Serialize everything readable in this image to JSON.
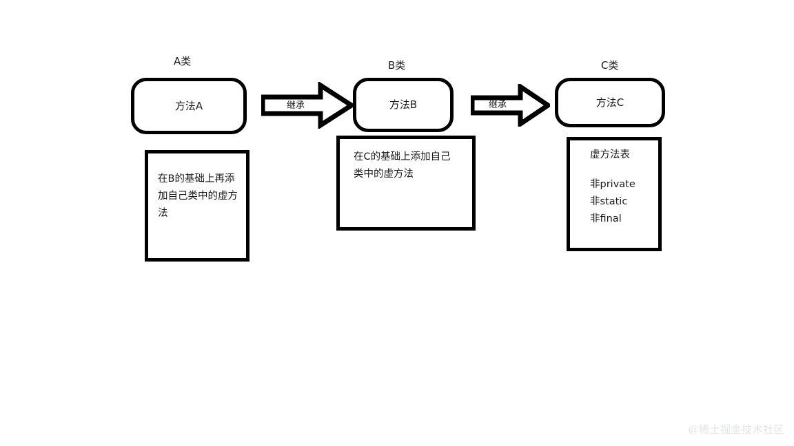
{
  "diagram": {
    "title_watermark": "@稀土掘金技术社区",
    "classes": [
      {
        "caption": "A类",
        "method_label": "方法A"
      },
      {
        "caption": "B类",
        "method_label": "方法B"
      },
      {
        "caption": "C类",
        "method_label": "方法C"
      }
    ],
    "arrows": [
      {
        "label": "继承"
      },
      {
        "label": "继承"
      }
    ],
    "notes": [
      {
        "name": "note-a",
        "lines": [
          "在B的基础上再添",
          "加自己类中的虚方",
          "法"
        ]
      },
      {
        "name": "note-b",
        "lines": [
          "在C的基础上添加自己",
          "类中的虚方法"
        ]
      }
    ],
    "vtable": {
      "title": "虚方法表",
      "items": [
        "非private",
        "非static",
        "非final"
      ]
    }
  }
}
